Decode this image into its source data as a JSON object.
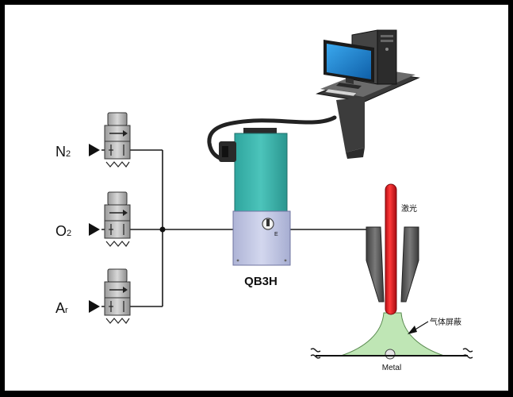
{
  "gases": [
    {
      "main": "N",
      "sub": "2"
    },
    {
      "main": "O",
      "sub": "2"
    },
    {
      "main": "A",
      "sub": "r"
    }
  ],
  "controller": {
    "label": "QB3H",
    "port_mark": "E"
  },
  "laser": {
    "label": "激光"
  },
  "shield": {
    "label": "气体屏蔽"
  },
  "metal": {
    "label": "Metal"
  },
  "colors": {
    "controller_top": "#3fb8b0",
    "controller_body": "#c6cbe6",
    "laser": "#ee1c24",
    "shield_gas": "#bfe6b5",
    "monitor_screen": "#1e88d4",
    "nozzle": "#555555"
  }
}
